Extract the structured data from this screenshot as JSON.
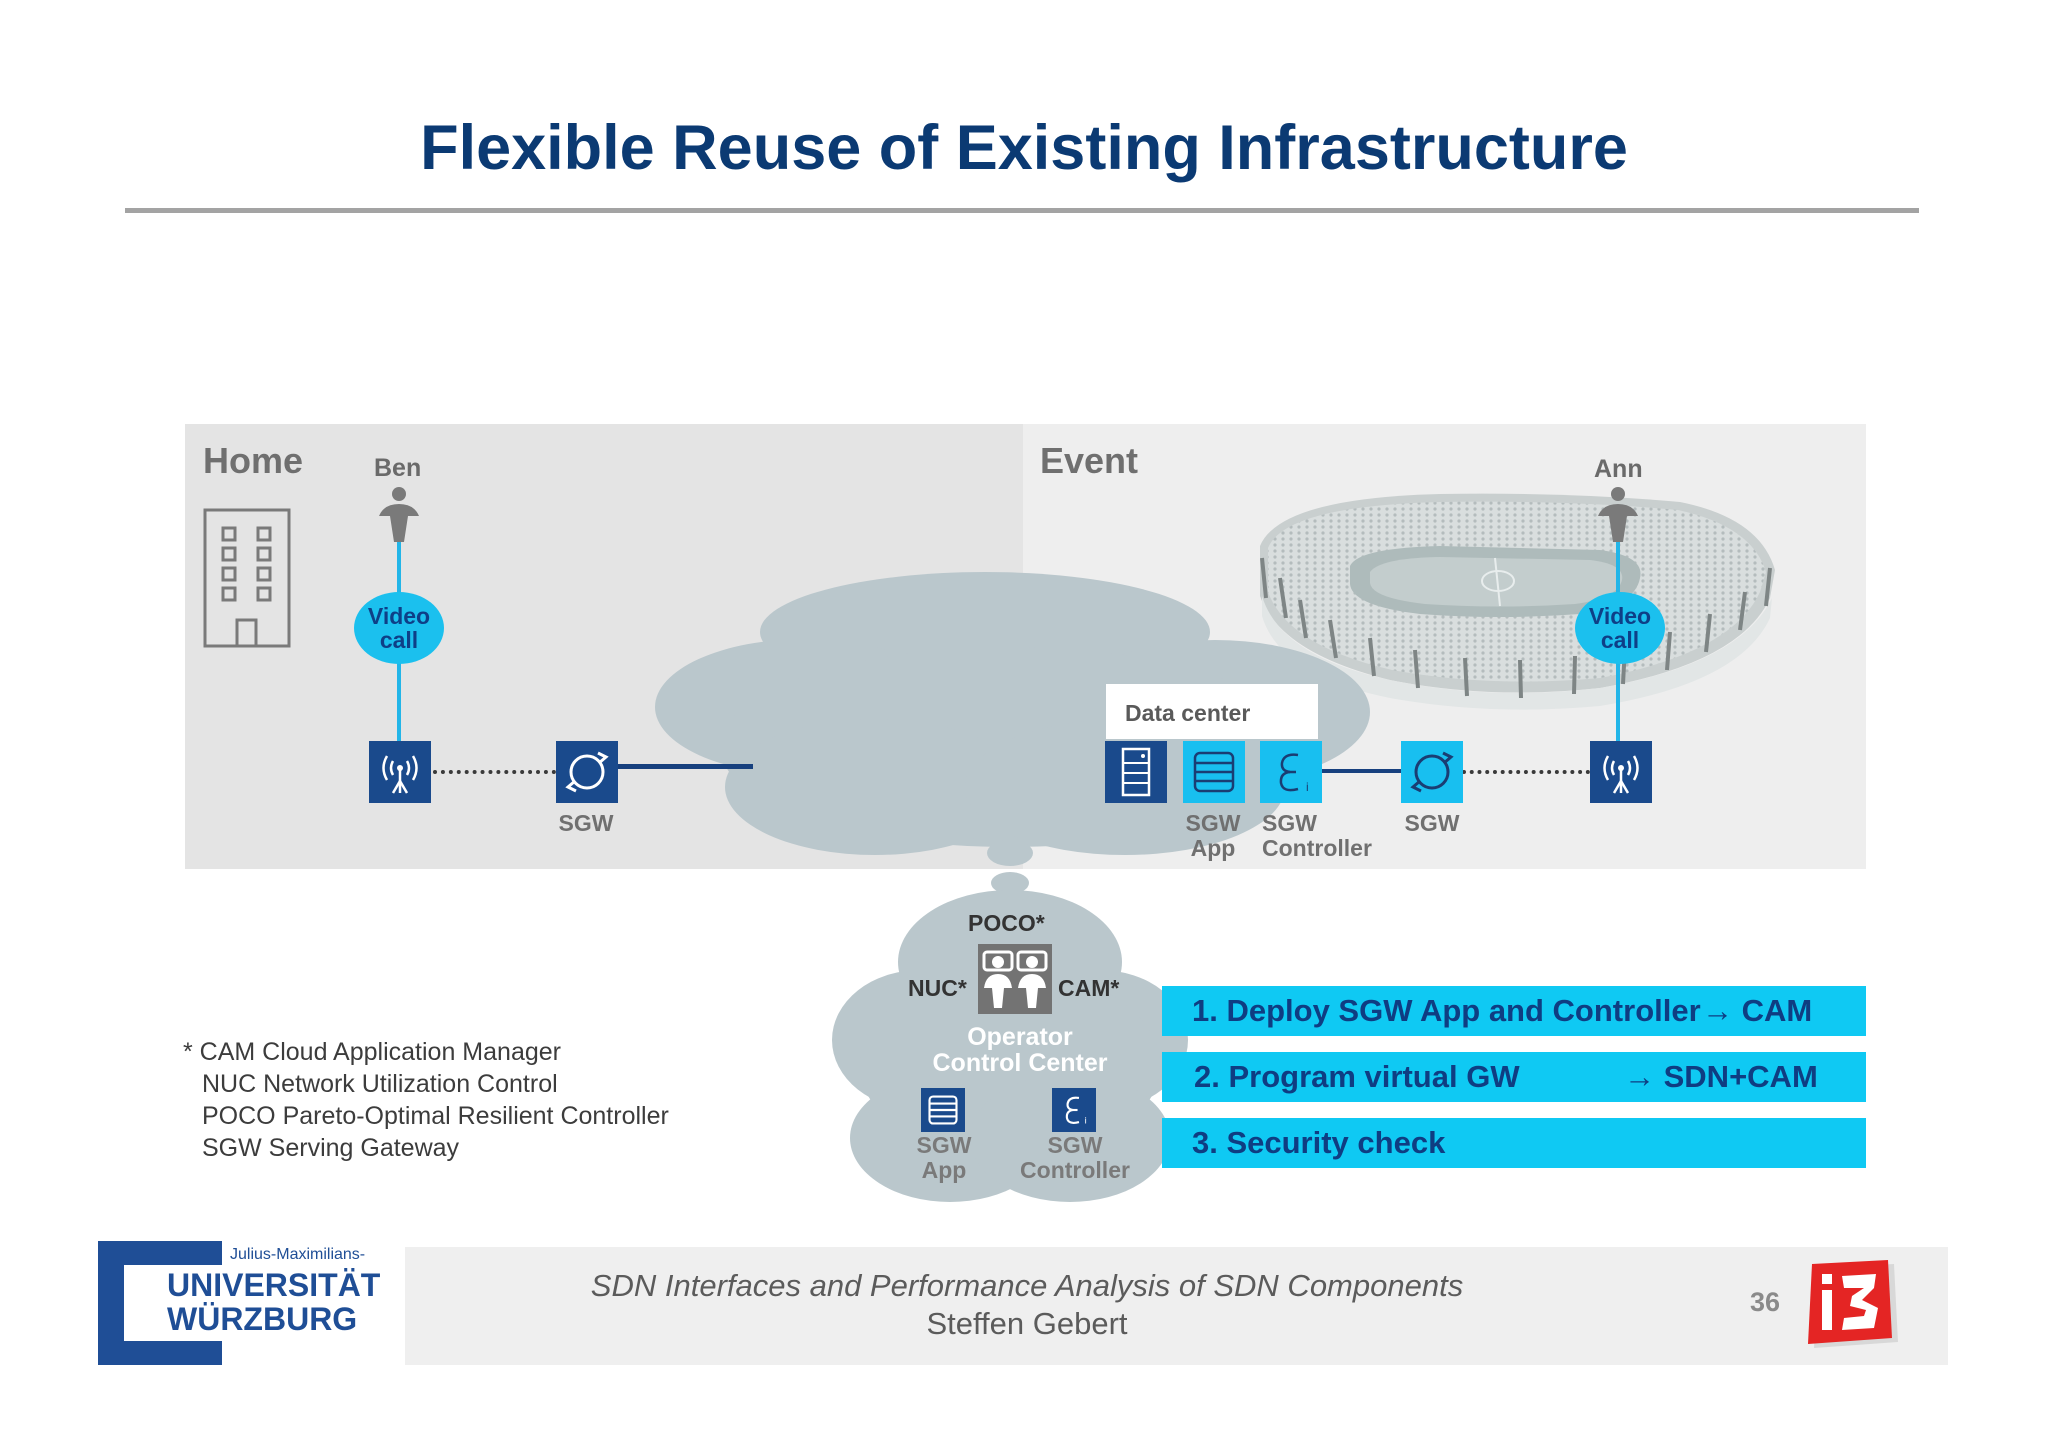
{
  "slide": {
    "title": "Flexible Reuse of Existing Infrastructure",
    "page_number": "36"
  },
  "zones": {
    "home_label": "Home",
    "event_label": "Event"
  },
  "people": {
    "ben": "Ben",
    "ann": "Ann"
  },
  "bubbles": {
    "video_call_line1": "Video",
    "video_call_line2": "call"
  },
  "nodes": {
    "sgw_home": "SGW",
    "data_center": "Data center",
    "sgw_app_l1": "SGW",
    "sgw_app_l2": "App",
    "sgw_ctrl_l1": "SGW",
    "sgw_ctrl_l2": "Controller",
    "sgw_event": "SGW"
  },
  "operator": {
    "poco": "POCO*",
    "nuc": "NUC*",
    "cam": "CAM*",
    "title_l1": "Operator",
    "title_l2": "Control Center",
    "app_l1": "SGW",
    "app_l2": "App",
    "ctrl_l1": "SGW",
    "ctrl_l2": "Controller"
  },
  "steps": [
    {
      "text": "1. Deploy SGW App and Controller",
      "target": "→ CAM"
    },
    {
      "text": "2. Program virtual GW",
      "target": "→ SDN+CAM"
    },
    {
      "text": "3. Security check",
      "target": ""
    }
  ],
  "footnotes": [
    "* CAM Cloud Application Manager",
    "NUC Network Utilization Control",
    "POCO Pareto-Optimal Resilient Controller",
    "SGW Serving Gateway"
  ],
  "footer": {
    "line1": "SDN Interfaces and Performance Analysis of SDN Components",
    "line2": "Steffen Gebert"
  },
  "logo": {
    "uni_small": "Julius-Maximilians-",
    "uni_line1": "UNIVERSITÄT",
    "uni_line2": "WÜRZBURG",
    "i3": "i3"
  },
  "colors": {
    "title": "#0b3a73",
    "accent_cyan": "#0fc9f3",
    "icon_dark_blue": "#1a4a8c",
    "icon_cyan": "#18bff0",
    "cloud": "#bac7cc",
    "zone_home": "#e4e4e4",
    "zone_event": "#eeeeee",
    "logo_blue": "#1f4e96",
    "logo_red": "#e42524"
  },
  "icons": [
    "building-icon",
    "person-icon",
    "antenna-icon",
    "sgw-cycle-icon",
    "server-icon",
    "app-list-icon",
    "controller-icon",
    "operators-icon",
    "stadium-image"
  ]
}
